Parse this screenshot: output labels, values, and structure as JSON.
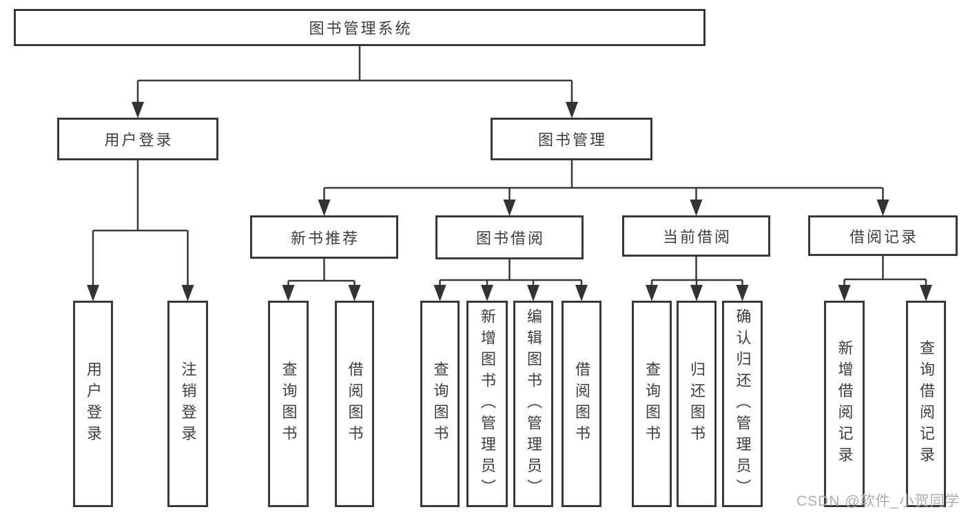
{
  "diagram": {
    "title": "图书管理系统",
    "watermark": "CSDN @软件_小贺同学",
    "colors": {
      "line": "#383838",
      "box_border": "#383838",
      "box_background": "#ffffff",
      "text": "#3d3d3d",
      "watermark_text": "#adadad",
      "page_background": "#ffffff"
    },
    "nodes": {
      "root": {
        "label": "图书管理系统"
      },
      "user_login": {
        "label": "用户登录"
      },
      "book_mgmt": {
        "label": "图书管理"
      },
      "new_book_rec": {
        "label": "新书推荐"
      },
      "book_borrow": {
        "label": "图书借阅"
      },
      "current_borrow": {
        "label": "当前借阅"
      },
      "borrow_record": {
        "label": "借阅记录"
      },
      "leaf_user_login": {
        "label": "用户登录"
      },
      "leaf_logout": {
        "label": "注销登录"
      },
      "leaf_query_book_1": {
        "label": "查询图书"
      },
      "leaf_borrow_book_1": {
        "label": "借阅图书"
      },
      "leaf_query_book_2": {
        "label": "查询图书"
      },
      "leaf_add_book": {
        "label": "新增图书（管理员）"
      },
      "leaf_edit_book": {
        "label": "编辑图书（管理员）"
      },
      "leaf_borrow_book_2": {
        "label": "借阅图书"
      },
      "leaf_query_book_3": {
        "label": "查询图书"
      },
      "leaf_return_book": {
        "label": "归还图书"
      },
      "leaf_confirm_return": {
        "label": "确认归还（管理员）"
      },
      "leaf_add_record": {
        "label": "新增借阅记录"
      },
      "leaf_query_record": {
        "label": "查询借阅记录"
      }
    },
    "hierarchy": {
      "图书管理系统": [
        "用户登录",
        "图书管理"
      ],
      "用户登录": [
        "用户登录",
        "注销登录"
      ],
      "图书管理": [
        "新书推荐",
        "图书借阅",
        "当前借阅",
        "借阅记录"
      ],
      "新书推荐": [
        "查询图书",
        "借阅图书"
      ],
      "图书借阅": [
        "查询图书",
        "新增图书（管理员）",
        "编辑图书（管理员）",
        "借阅图书"
      ],
      "当前借阅": [
        "查询图书",
        "归还图书",
        "确认归还（管理员）"
      ],
      "借阅记录": [
        "新增借阅记录",
        "查询借阅记录"
      ]
    }
  }
}
